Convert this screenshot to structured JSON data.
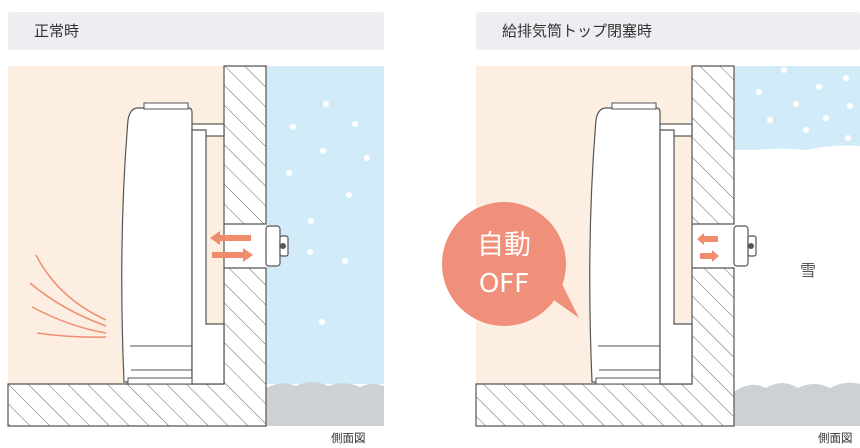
{
  "panels": {
    "left": {
      "title": "正常時",
      "caption": "側面図"
    },
    "right": {
      "title": "給排気筒トップ閉塞時",
      "caption": "側面図",
      "badge_line1": "自動",
      "badge_line2": "OFF",
      "snow_label": "雪"
    }
  },
  "colors": {
    "room": "#fdeee2",
    "outdoor_sky": "#d2ebf8",
    "ground": "#cdd1d6",
    "wall_stroke": "#555555",
    "air_arrow": "#f08c6c",
    "heat_wave": "#ef8e73",
    "badge": "#f0907a",
    "header_bg": "#eceef1"
  },
  "icons": [
    "heater-unit",
    "exhaust-pipe-cap",
    "airflow-arrows",
    "heat-waves",
    "snowflakes"
  ]
}
